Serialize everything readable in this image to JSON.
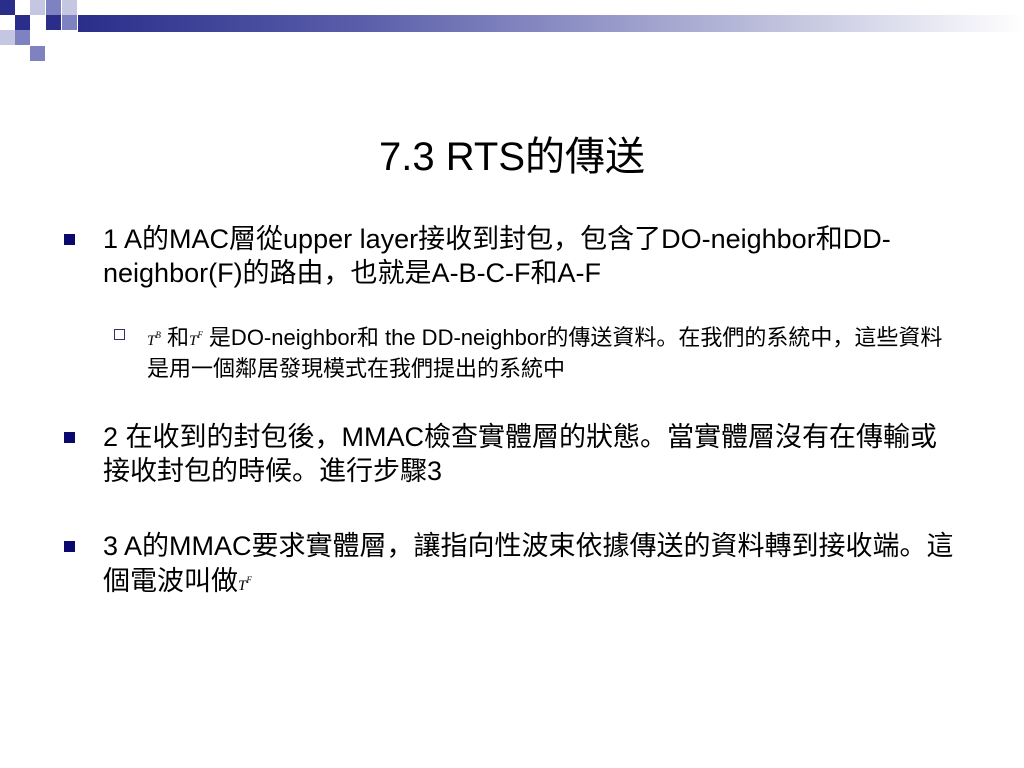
{
  "slide": {
    "title": "7.3 RTS的傳送",
    "bullets": [
      {
        "text_before": "1 A的MAC層從upper layer接收到封包，包含了DO-neighbor和DD-neighbor(F)的路由，也就是A-B-C-F和A-F"
      },
      {
        "sub": {
          "sym1_base": "T",
          "sym1_sup": "B",
          "joiner": " 和",
          "sym2_base": "T",
          "sym2_sup": "F",
          "text": " 是DO-neighbor和 the DD-neighbor的傳送資料。在我們的系統中，這些資料是用一個鄰居發現模式在我們提出的系統中"
        }
      },
      {
        "text_before": "2 在收到的封包後，MMAC檢查實體層的狀態。當實體層沒有在傳輸或接收封包的時候。進行步驟3"
      },
      {
        "text_before": "3 A的MMAC要求實體層，讓指向性波束依據傳送的資料轉到接收端。這個電波叫做",
        "sym_base": "T",
        "sym_sup": "F"
      }
    ]
  },
  "colors": {
    "bullet": "#0a0a6e",
    "header_dark": "#2a2e8a",
    "header_mid": "#7e82c0",
    "header_light": "#c4c6e2"
  }
}
